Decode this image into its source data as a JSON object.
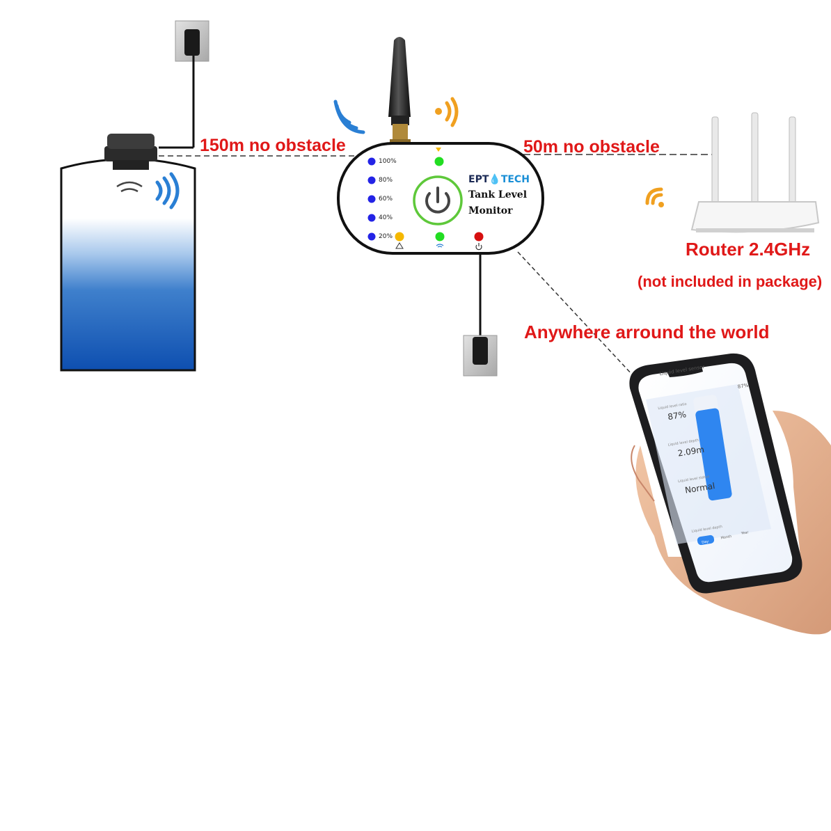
{
  "labels": {
    "range_sensor": "150m no obstacle",
    "range_router": "50m no obstacle",
    "router": "Router 2.4GHz",
    "router_note": "(not included in package)",
    "anywhere": "Anywhere arround the world"
  },
  "device": {
    "brand_left": "EPT",
    "brand_right": "TECH",
    "title_line1": "Tank Level",
    "title_line2": "Monitor",
    "levels": [
      "100%",
      "80%",
      "60%",
      "40%",
      "20%"
    ],
    "colors": {
      "level_led": "#2323e6",
      "wifi_led": "#22dd22",
      "warn_led": "#f5b800",
      "power_led": "#d61010",
      "power_ring": "#5ec83a"
    }
  },
  "app": {
    "header": "Liquid level sensor",
    "ratio_label": "Liquid level ratio",
    "ratio_value": "87%",
    "bar_value": "87%",
    "bar_fill": 0.87,
    "depth_label": "Liquid level depth",
    "depth_value": "2.09m",
    "status_label": "Liquid level status",
    "status_value": "Normal",
    "history_label": "Liquid level depth",
    "tabs": [
      "Day",
      "Month",
      "Year"
    ]
  },
  "colors": {
    "label_red": "#e01818",
    "tank_blue": "#1a5fb4",
    "signal_blue": "#2a7fd4",
    "signal_orange": "#f0a020"
  }
}
